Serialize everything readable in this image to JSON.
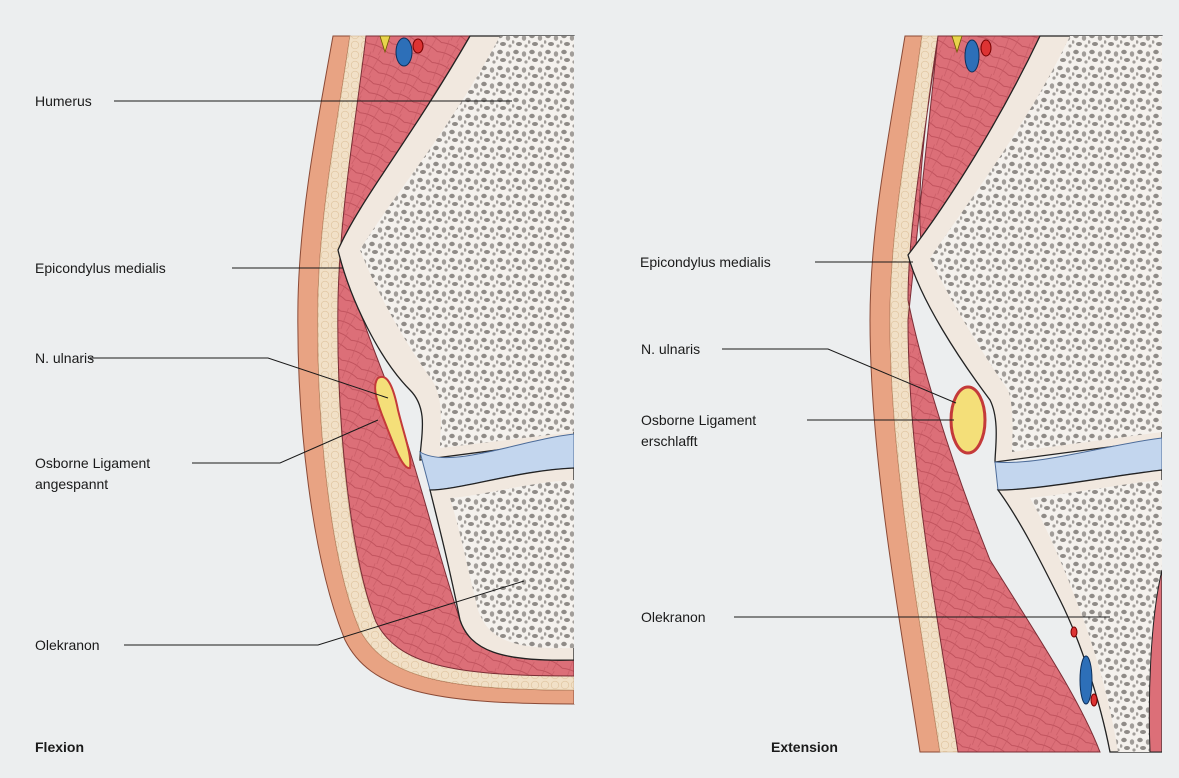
{
  "left_panel": {
    "labels": {
      "humerus": "Humerus",
      "epicondylus": "Epicondylus medialis",
      "n_ulnaris": "N. ulnaris",
      "osborne_line1": "Osborne Ligament",
      "osborne_line2": "angespannt",
      "olekranon": "Olekranon"
    },
    "caption": "Flexion"
  },
  "right_panel": {
    "labels": {
      "epicondylus": "Epicondylus medialis",
      "n_ulnaris": "N. ulnaris",
      "osborne_line1": "Osborne Ligament",
      "osborne_line2": "erschlafft",
      "olekranon": "Olekranon"
    },
    "caption": "Extension"
  },
  "colors": {
    "background": "#eceeef",
    "bone_cortex": "#f1e8df",
    "bone_spongy": "#9a9794",
    "muscle": "#dc6f78",
    "skin": "#e8a383",
    "fat": "#f0dcc3",
    "nerve": "#f4df79",
    "cartilage": "#c3d6ee",
    "vein": "#2d6fb8"
  }
}
